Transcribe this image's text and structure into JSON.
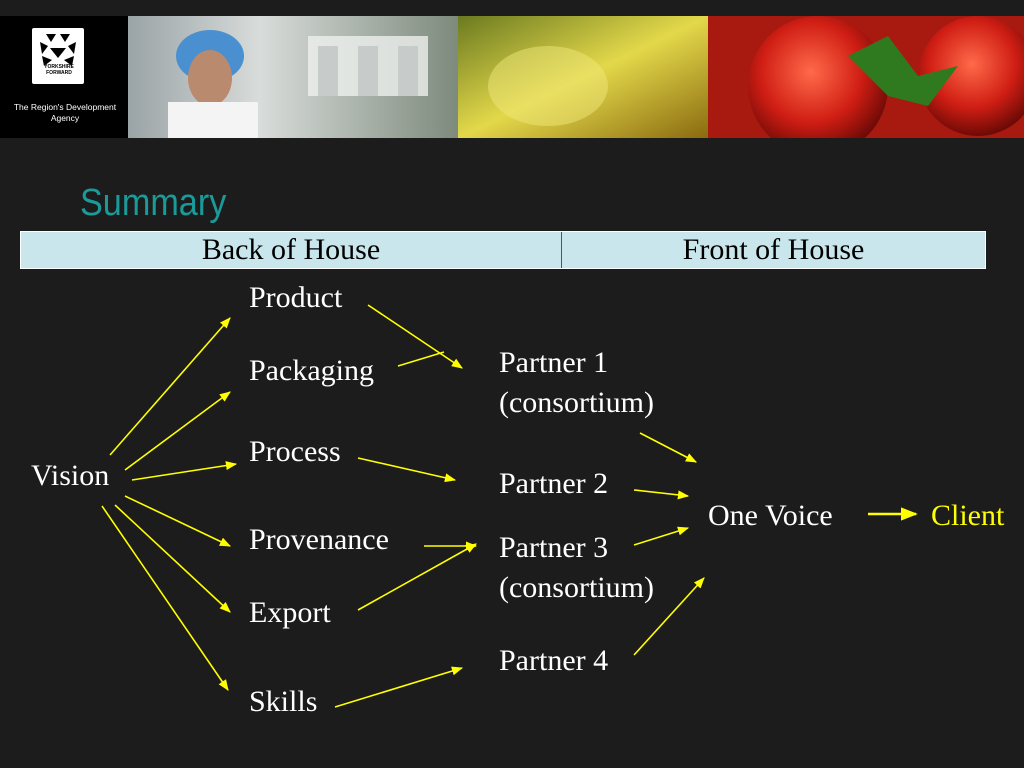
{
  "banner": {
    "logo_text": "YORKSHIRE FORWARD",
    "tagline": "The Region's Development Agency"
  },
  "slide": {
    "title": "Summary",
    "header_left": "Back of House",
    "header_right": "Front of House"
  },
  "nodes": {
    "vision": "Vision",
    "product": "Product",
    "packaging": "Packaging",
    "process": "Process",
    "provenance": "Provenance",
    "export": "Export",
    "skills": "Skills",
    "partner1_line1": "Partner 1",
    "partner1_line2": "(consortium)",
    "partner2": "Partner 2",
    "partner3_line1": "Partner 3",
    "partner3_line2": "(consortium)",
    "partner4": "Partner 4",
    "one_voice": "One Voice",
    "client": "Client"
  },
  "colors": {
    "background": "#1c1c1c",
    "title": "#1a9a98",
    "header_bar": "#c9e6ec",
    "arrow": "#ffff00",
    "client": "#ffff00",
    "node_text": "#ffffff"
  }
}
